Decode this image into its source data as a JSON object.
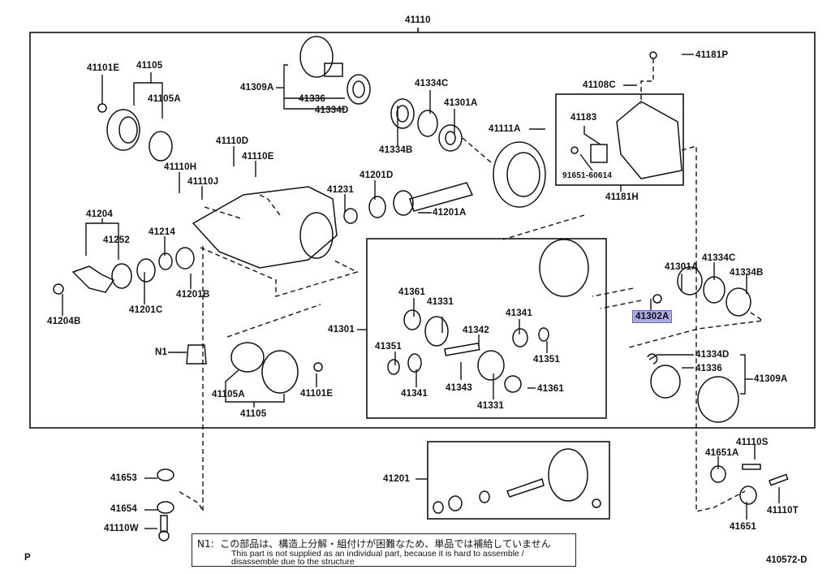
{
  "diagram": {
    "title_code": "41110",
    "figure_id": "410572-D",
    "corner_marker": "P",
    "highlighted_part": "41302A",
    "highlight_color": "#a9a9e6",
    "note": {
      "marker": "N1:",
      "jp": "この部品は、構造上分解・組付けが困難なため、単品では補給していません",
      "en": "This part is not supplied as an individual part, because it is hard to assemble / disassemble due to the structure"
    },
    "labels": {
      "p41110": "41110",
      "p41101e_top": "41101E",
      "p41105_top": "41105",
      "p41105a_top": "41105A",
      "p41309a_top": "41309A",
      "p41336_top": "41336",
      "p41334d_top": "41334D",
      "p41334c_top": "41334C",
      "p41301a_top": "41301A",
      "p41334b_top": "41334B",
      "p41111a": "41111A",
      "p41181p": "41181P",
      "p41108c": "41108C",
      "p41183": "41183",
      "p91651": "91651-60614",
      "p41181h": "41181H",
      "p41110d": "41110D",
      "p41110e": "41110E",
      "p41110h": "41110H",
      "p41110j": "41110J",
      "p41201d": "41201D",
      "p41231": "41231",
      "p41201a": "41201A",
      "p41204": "41204",
      "p41252": "41252",
      "p41214": "41214",
      "p41204b": "41204B",
      "p41201c": "41201C",
      "p41201b": "41201B",
      "p41301": "41301",
      "p41361_a": "41361",
      "p41331_a": "41331",
      "p41342": "41342",
      "p41341_a": "41341",
      "p41351_a": "41351",
      "p41341_b": "41341",
      "p41351_b": "41351",
      "p41343": "41343",
      "p41331_b": "41331",
      "p41361_b": "41361",
      "p41301a_r": "41301A",
      "p41334c_r": "41334C",
      "p41334b_r": "41334B",
      "p41302a": "41302A",
      "p41334d_r": "41334D",
      "p41336_r": "41336",
      "p41309a_r": "41309A",
      "pN1": "N1",
      "p41105a_b": "41105A",
      "p41101e_b": "41101E",
      "p41105_b": "41105",
      "p41653": "41653",
      "p41654": "41654",
      "p41110w": "41110W",
      "p41201": "41201",
      "p41110s": "41110S",
      "p41651a": "41651A",
      "p41651": "41651",
      "p41110t": "41110T"
    }
  }
}
